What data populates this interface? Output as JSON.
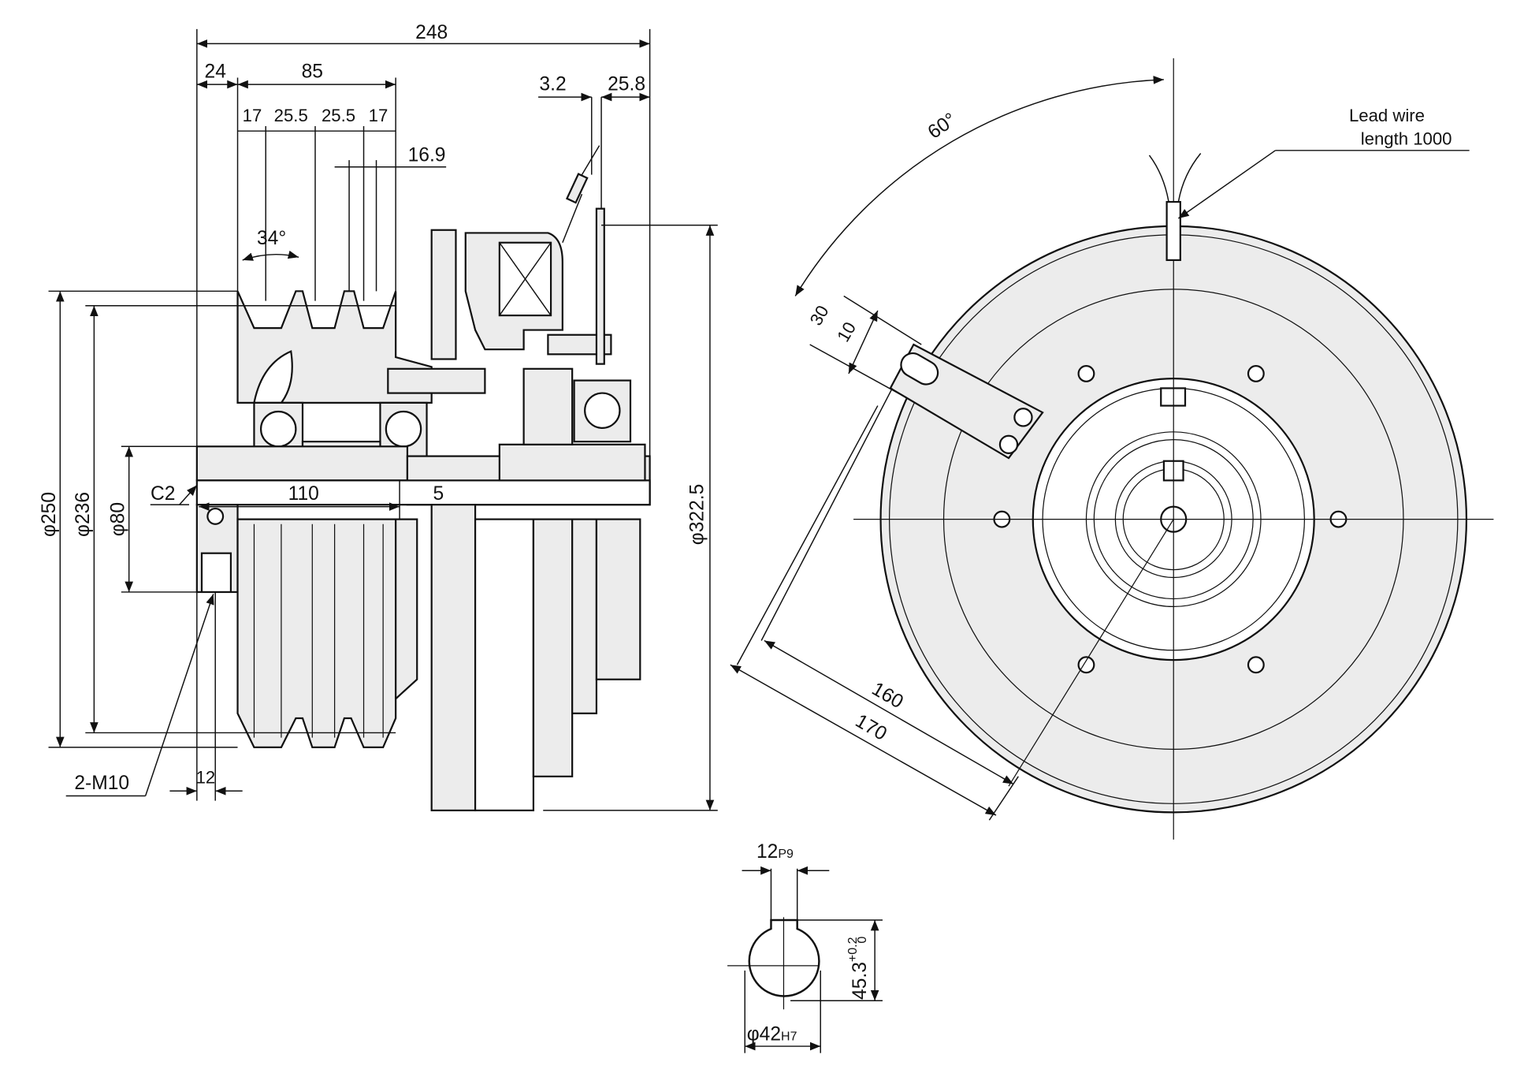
{
  "dimensions": {
    "overall_length": "248",
    "d24": "24",
    "d85": "85",
    "groove_17a": "17",
    "groove_25_5a": "25.5",
    "groove_25_5b": "25.5",
    "groove_17b": "17",
    "d16_9": "16.9",
    "angle_34": "34°",
    "d3_2": "3.2",
    "d25_8": "25.8",
    "chamfer": "C2",
    "d110": "110",
    "d5": "5",
    "dia250": "φ250",
    "dia236": "φ236",
    "dia80": "φ80",
    "dia322_5": "φ322.5",
    "tap": "2-M10",
    "d12": "12",
    "angle_60": "60°",
    "d30": "30",
    "d10": "10",
    "d160": "160",
    "d170": "170"
  },
  "lead_wire": {
    "line1": "Lead wire",
    "line2": "length 1000"
  },
  "keyway": {
    "width": "12",
    "width_tol": "P9",
    "depth": "45.3",
    "depth_tol_upper": "+0.2",
    "depth_tol_lower": "0",
    "bore": "φ42",
    "bore_tol": "H7"
  }
}
